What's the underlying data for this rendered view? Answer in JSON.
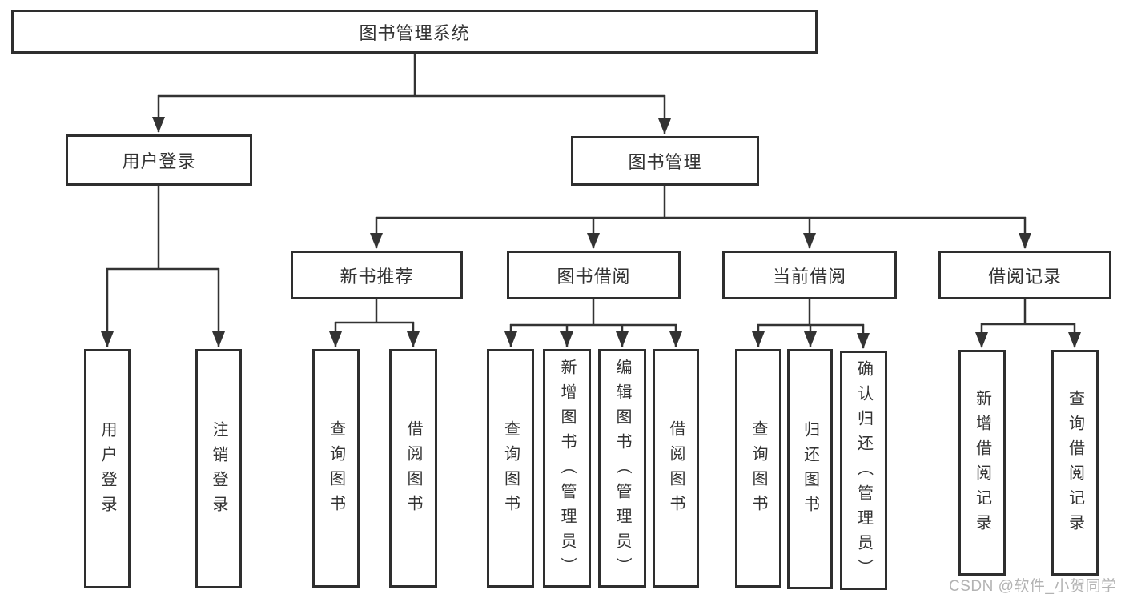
{
  "diagram": {
    "root": {
      "label": "图书管理系统"
    },
    "level2": [
      {
        "label": "用户登录",
        "children": [
          {
            "label": "用户登录"
          },
          {
            "label": "注销登录"
          }
        ]
      },
      {
        "label": "图书管理",
        "sections": [
          {
            "label": "新书推荐",
            "children": [
              {
                "label": "查询图书"
              },
              {
                "label": "借阅图书"
              }
            ]
          },
          {
            "label": "图书借阅",
            "children": [
              {
                "label": "查询图书"
              },
              {
                "label": "新增图书（管理员）"
              },
              {
                "label": "编辑图书（管理员）"
              },
              {
                "label": "借阅图书"
              }
            ]
          },
          {
            "label": "当前借阅",
            "children": [
              {
                "label": "查询图书"
              },
              {
                "label": "归还图书"
              },
              {
                "label": "确认归还（管理员）"
              }
            ]
          },
          {
            "label": "借阅记录",
            "children": [
              {
                "label": "新增借阅记录"
              },
              {
                "label": "查询借阅记录"
              }
            ]
          }
        ]
      }
    ]
  },
  "watermark": {
    "text": "CSDN @软件_小贺同学"
  },
  "colors": {
    "line": "#333333",
    "border": "#2e2e2e",
    "text": "#333333",
    "watermark": "#b3b3b3",
    "background": "#ffffff"
  }
}
